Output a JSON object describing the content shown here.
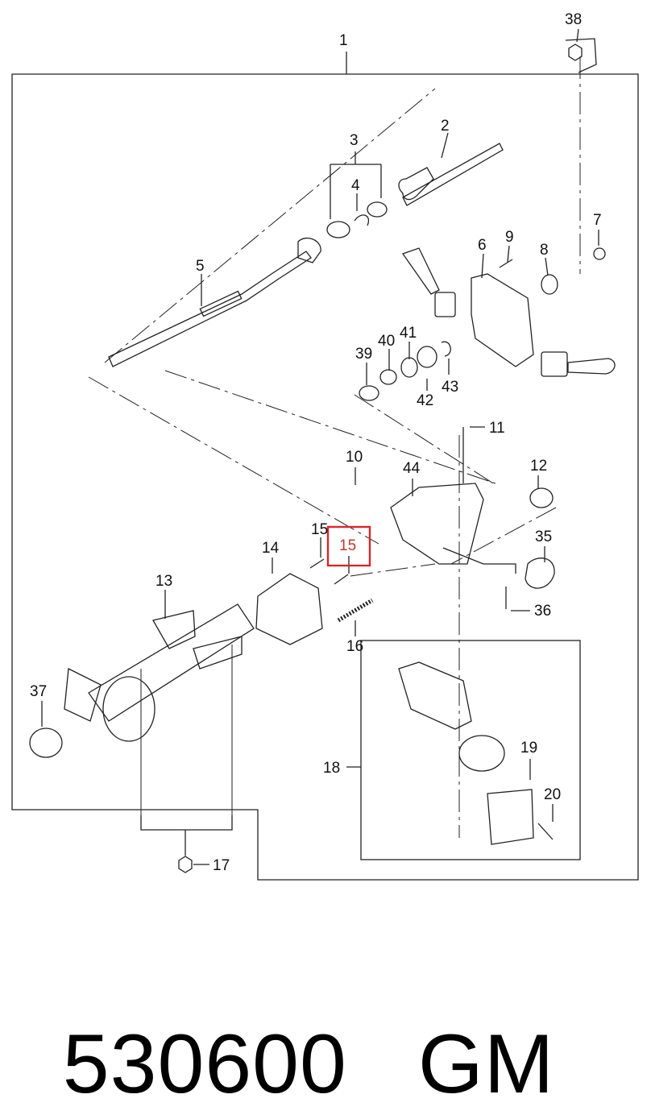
{
  "callouts": {
    "c1": "1",
    "c2": "2",
    "c3": "3",
    "c4": "4",
    "c5": "5",
    "c6": "6",
    "c7": "7",
    "c8": "8",
    "c9": "9",
    "c10": "10",
    "c11": "11",
    "c12": "12",
    "c13": "13",
    "c14": "14",
    "c15a": "15",
    "c15b": "15",
    "c16": "16",
    "c17": "17",
    "c18": "18",
    "c19": "19",
    "c20": "20",
    "c35": "35",
    "c36": "36",
    "c37": "37",
    "c38": "38",
    "c39": "39",
    "c40": "40",
    "c41": "41",
    "c42": "42",
    "c43": "43",
    "c44": "44"
  },
  "highlight": {
    "label": "15",
    "color": "#d9262c"
  },
  "footer": {
    "part_number": "530600",
    "brand": "GM"
  }
}
